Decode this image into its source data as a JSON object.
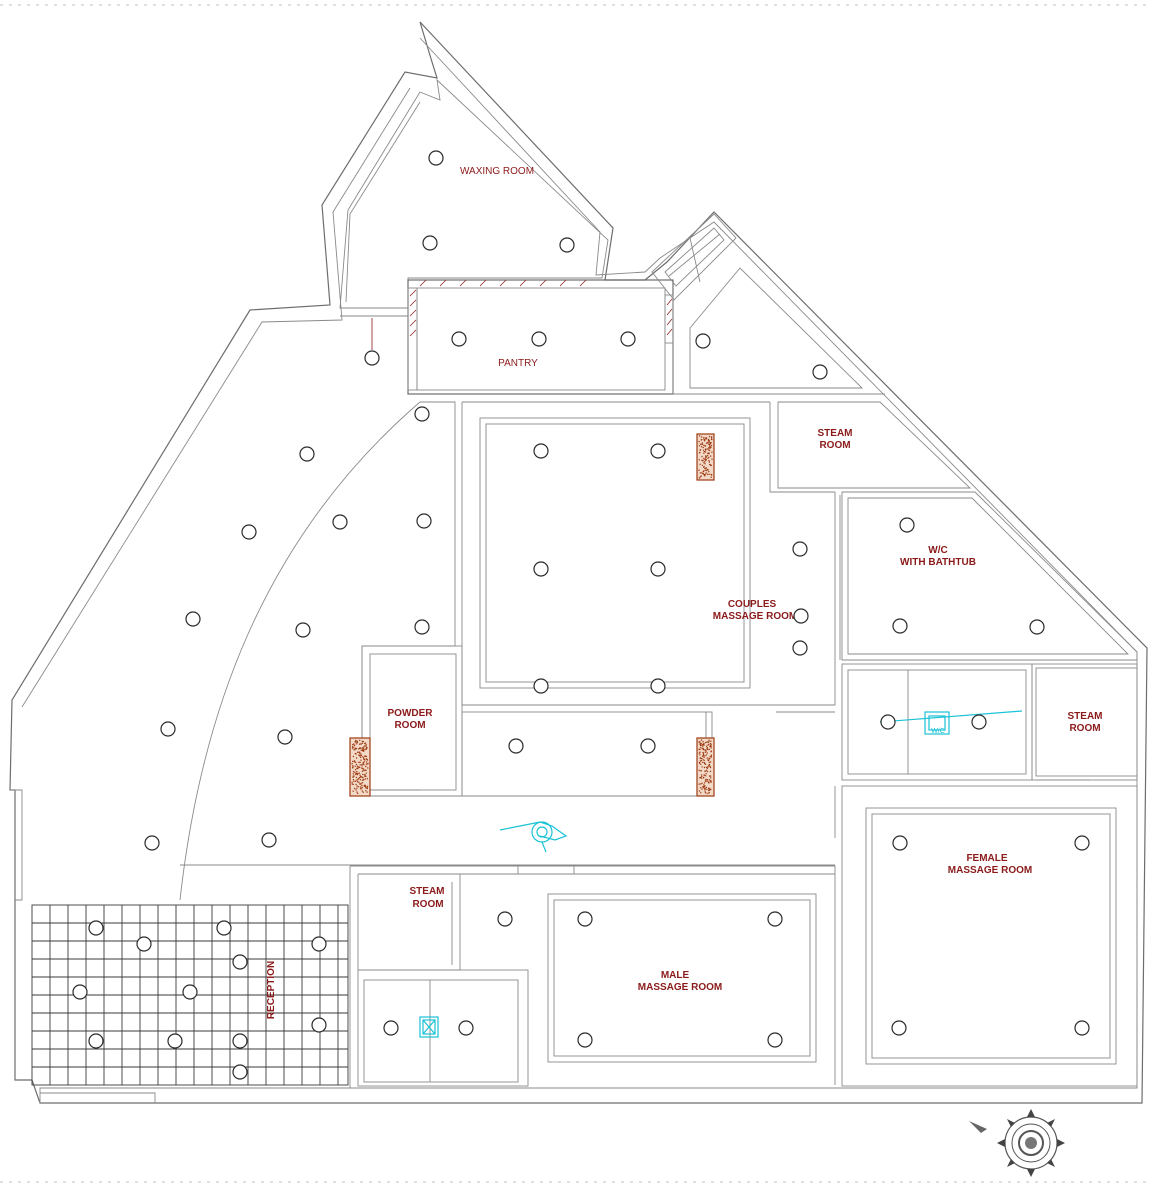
{
  "rooms": {
    "waxing": "WAXING ROOM",
    "pantry": "PANTRY",
    "steam_top_line1": "STEAM",
    "steam_top_line2": "ROOM",
    "couples_line1": "COUPLES",
    "couples_line2": "MASSAGE ROOM",
    "wc_bath_line1": "W/C",
    "wc_bath_line2": "WITH BATHTUB",
    "powder_line1": "POWDER",
    "powder_line2": "ROOM",
    "steam_right_line1": "STEAM",
    "steam_right_line2": "ROOM",
    "wc_label": "W/C",
    "female_line1": "FEMALE",
    "female_line2": "MASSAGE ROOM",
    "steam_bottom_line1": "STEAM",
    "steam_bottom_line2": "ROOM",
    "male_line1": "MALE",
    "male_line2": "MASSAGE ROOM",
    "reception": "RECEPTION"
  },
  "symbols": {
    "light_fixture": "circle-downlight-icon",
    "floor_grille": "decorative-grille-icon",
    "toilet": "wc-fixture-icon",
    "compass": "north-compass-icon",
    "wheelchair": "wheelchair-icon"
  }
}
